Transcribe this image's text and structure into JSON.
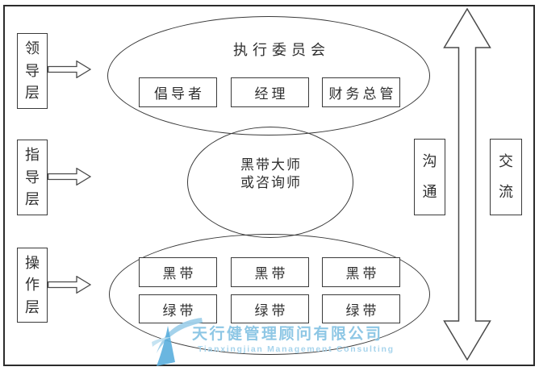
{
  "layers": [
    {
      "id": "leadership",
      "full": "领导层",
      "chars": [
        "领",
        "导",
        "层"
      ]
    },
    {
      "id": "guidance",
      "full": "指导层",
      "chars": [
        "指",
        "导",
        "层"
      ]
    },
    {
      "id": "operation",
      "full": "操作层",
      "chars": [
        "操",
        "作",
        "层"
      ]
    }
  ],
  "executive": {
    "title": "执行委员会",
    "boxes": [
      "倡导者",
      "经理",
      "财务总管"
    ]
  },
  "middle": {
    "line1": "黑带大师",
    "line2": "或咨询师"
  },
  "belts": {
    "row1": [
      "黑带",
      "黑带",
      "黑带"
    ],
    "row2": [
      "绿带",
      "绿带",
      "绿带"
    ]
  },
  "right_labels": [
    {
      "id": "communication",
      "full": "沟通",
      "chars": [
        "沟",
        "通"
      ]
    },
    {
      "id": "exchange",
      "full": "交流",
      "chars": [
        "交",
        "流"
      ]
    }
  ],
  "watermark": {
    "company_cn": "天行健管理顾问有限公司",
    "company_en": "Tianxingjian Management Consulting",
    "text_color": "#8ec7e5",
    "logo_color": "#5aaedd"
  },
  "colors": {
    "line": "#3a3a3a",
    "background": "#ffffff"
  }
}
